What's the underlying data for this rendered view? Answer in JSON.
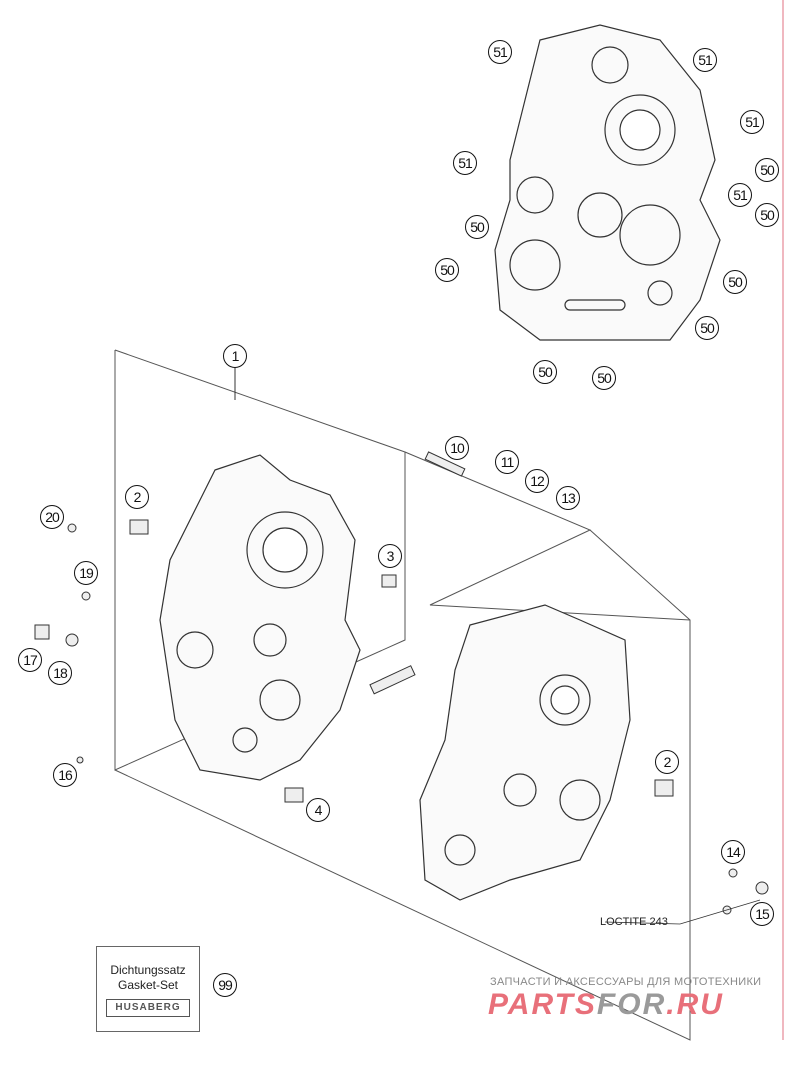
{
  "diagram": {
    "callouts": [
      "51",
      "51",
      "51",
      "51",
      "51",
      "50",
      "50",
      "50",
      "50",
      "50",
      "50",
      "50",
      "50",
      "1",
      "10",
      "11",
      "12",
      "13",
      "2",
      "2",
      "20",
      "3",
      "19",
      "17",
      "18",
      "16",
      "4",
      "14",
      "15",
      "99"
    ],
    "loctite_label": "LOCTITE 243",
    "gasket_set": {
      "line1": "Dichtungssatz",
      "line2": "Gasket-Set",
      "logo": "HUSABERG"
    },
    "watermark": {
      "line1": "ЗАПЧАСТИ И АКСЕССУАРЫ ДЛЯ МОТОТЕХНИКИ",
      "brand_red": "PARTS",
      "brand_gray": "FOR",
      "brand_suffix": ".RU"
    },
    "colors": {
      "line": "#222222",
      "watermark_red": "#e8707a",
      "border_red": "#e06070"
    }
  }
}
